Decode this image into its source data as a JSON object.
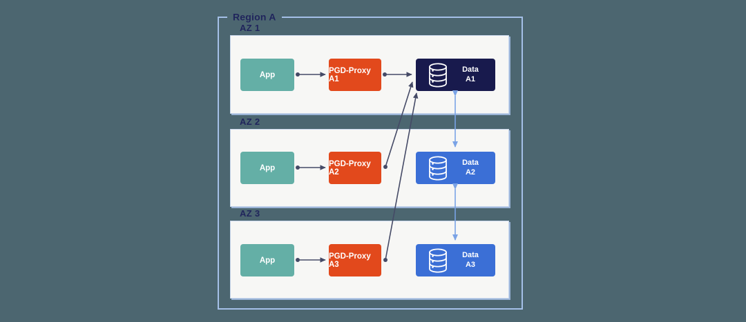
{
  "diagram": {
    "region_label": "Region A",
    "zones": [
      {
        "label": "AZ 1",
        "app_label": "App",
        "proxy_label": "PGD-Proxy A1",
        "data_label_line1": "Data",
        "data_label_line2": "A1",
        "data_role": "primary"
      },
      {
        "label": "AZ 2",
        "app_label": "App",
        "proxy_label": "PGD-Proxy A2",
        "data_label_line1": "Data",
        "data_label_line2": "A2",
        "data_role": "replica"
      },
      {
        "label": "AZ 3",
        "app_label": "App",
        "proxy_label": "PGD-Proxy A3",
        "data_label_line1": "Data",
        "data_label_line2": "A3",
        "data_role": "replica"
      }
    ],
    "icons": {
      "database": "database-icon"
    },
    "colors": {
      "background": "#4c6670",
      "region_border": "#a5c0e8",
      "zone_panel": "#f7f7f5",
      "app_box": "#64afa6",
      "proxy_box": "#e2491c",
      "data_primary_box": "#181a4d",
      "data_replica_box": "#3b6fd6",
      "dark_arrow": "#454a66",
      "replication_arrow": "#7aa3e6",
      "label_text": "#20255c"
    }
  }
}
